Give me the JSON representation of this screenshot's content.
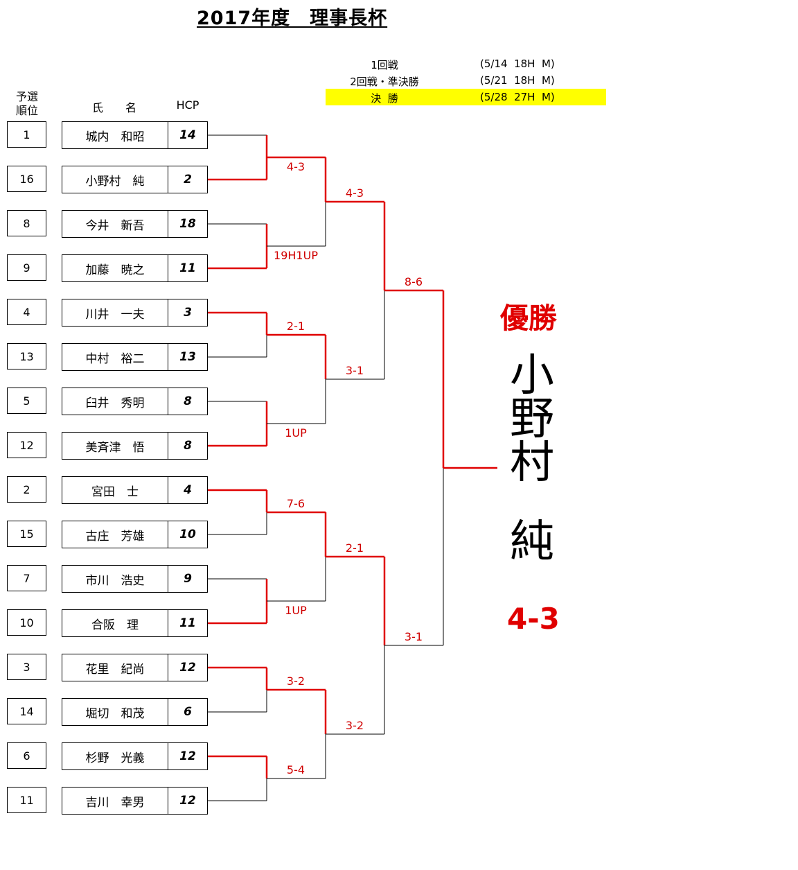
{
  "title": "2017年度　理事長杯",
  "schedule": [
    {
      "round": "1回戦",
      "date": "(5/14  18H  M)",
      "highlight": false
    },
    {
      "round": "2回戦・準決勝",
      "date": "(5/21  18H  M)",
      "highlight": false
    },
    {
      "round": "決  勝",
      "date": "(5/28  27H  M)",
      "highlight": true
    }
  ],
  "headers": {
    "rank": "予選\n順位",
    "name": "氏　　名",
    "hcp": "HCP"
  },
  "players": [
    {
      "rank": "1",
      "name": "城内　和昭",
      "hcp": "14"
    },
    {
      "rank": "16",
      "name": "小野村　純",
      "hcp": "2"
    },
    {
      "rank": "8",
      "name": "今井　新吾",
      "hcp": "18"
    },
    {
      "rank": "9",
      "name": "加藤　暁之",
      "hcp": "11"
    },
    {
      "rank": "4",
      "name": "川井　一夫",
      "hcp": "3"
    },
    {
      "rank": "13",
      "name": "中村　裕二",
      "hcp": "13"
    },
    {
      "rank": "5",
      "name": "臼井　秀明",
      "hcp": "8"
    },
    {
      "rank": "12",
      "name": "美斉津　悟",
      "hcp": "8"
    },
    {
      "rank": "2",
      "name": "宮田　士",
      "hcp": "4"
    },
    {
      "rank": "15",
      "name": "古庄　芳雄",
      "hcp": "10"
    },
    {
      "rank": "7",
      "name": "市川　浩史",
      "hcp": "9"
    },
    {
      "rank": "10",
      "name": "合阪　理",
      "hcp": "11"
    },
    {
      "rank": "3",
      "name": "花里　紀尚",
      "hcp": "12"
    },
    {
      "rank": "14",
      "name": "堀切　和茂",
      "hcp": "6"
    },
    {
      "rank": "6",
      "name": "杉野　光義",
      "hcp": "12"
    },
    {
      "rank": "11",
      "name": "吉川　幸男",
      "hcp": "12"
    }
  ],
  "round1": [
    {
      "score": "4-3",
      "winner": "bottom"
    },
    {
      "score": "19H1UP",
      "winner": "bottom"
    },
    {
      "score": "2-1",
      "winner": "top"
    },
    {
      "score": "1UP",
      "winner": "bottom"
    },
    {
      "score": "7-6",
      "winner": "top"
    },
    {
      "score": "1UP",
      "winner": "bottom"
    },
    {
      "score": "3-2",
      "winner": "top"
    },
    {
      "score": "5-4",
      "winner": "top"
    }
  ],
  "round2": [
    {
      "score": "4-3",
      "winner": "top"
    },
    {
      "score": "3-1",
      "winner": "top"
    },
    {
      "score": "2-1",
      "winner": "top"
    },
    {
      "score": "3-2",
      "winner": "top"
    }
  ],
  "semis": [
    {
      "score": "8-6",
      "winner": "top"
    },
    {
      "score": "3-1",
      "winner": "top"
    }
  ],
  "champion": {
    "label": "優勝",
    "chars": [
      "小",
      "野",
      "村",
      "純"
    ],
    "score": "4-3"
  },
  "colors": {
    "winner_line": "#e00000",
    "loser_line": "#000000",
    "highlight": "#ffff00"
  }
}
